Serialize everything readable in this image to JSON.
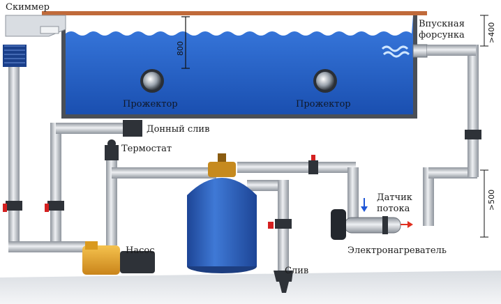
{
  "labels": {
    "skimmer": "Скиммер",
    "inlet_nozzle_line1": "Впускная",
    "inlet_nozzle_line2": "форсунка",
    "projector_left": "Прожектор",
    "projector_right": "Прожектор",
    "bottom_drain": "Донный слив",
    "thermostat": "Термостат",
    "flow_sensor_line1": "Датчик",
    "flow_sensor_line2": "потока",
    "electric_heater": "Электронагреватель",
    "pump": "Насос",
    "drain": "Слив"
  },
  "dimensions": {
    "depth": "800",
    "nozzle_height": ">400",
    "heater_height": ">500"
  },
  "colors": {
    "water": "#1f5fc8",
    "water_light": "#3f7fe0",
    "pipe": "#c7ccd3",
    "pipe_dark": "#8e949c",
    "valve_red": "#d42020",
    "deck": "#c06a3a",
    "pump_yellow": "#e6a523",
    "filter_blue": "#2c5fb8",
    "arrow_blue": "#1f56d6",
    "arrow_red": "#e03020"
  }
}
